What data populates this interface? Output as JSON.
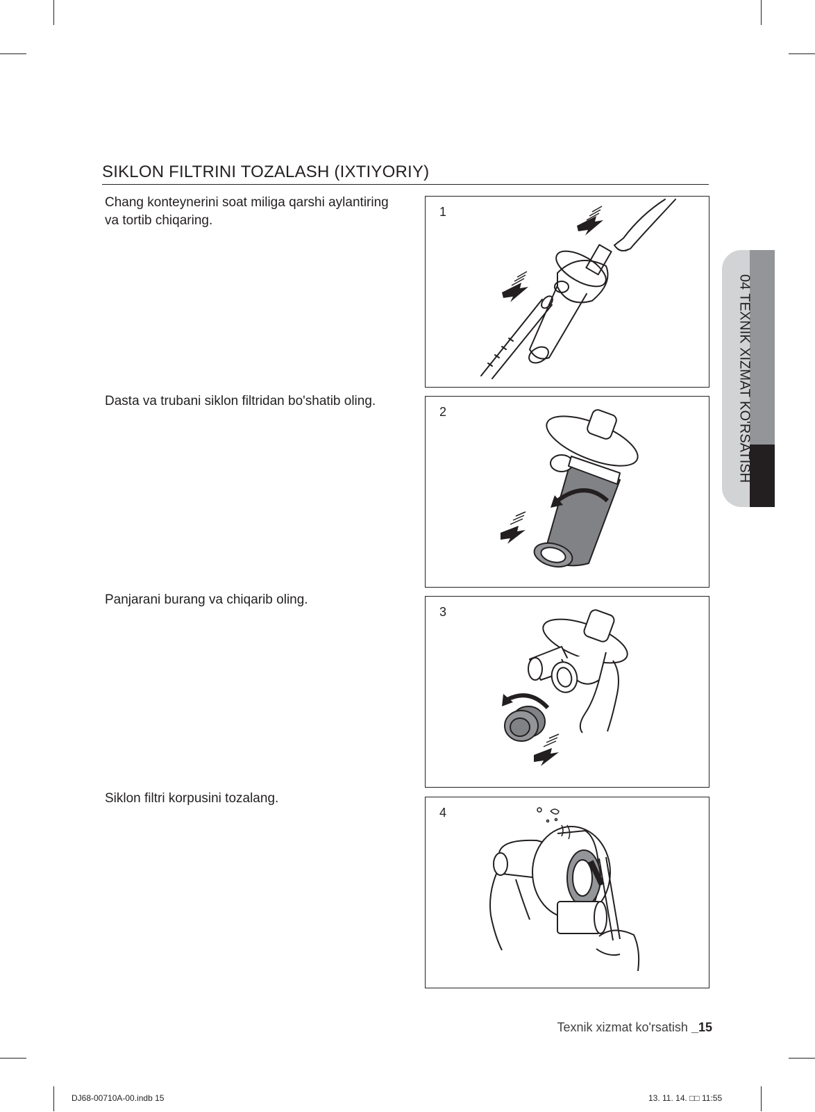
{
  "page": {
    "title": "SIKLON FILTRINI TOZALASH (IXTIYORIY)",
    "side_tab": "04  TEXNIK XIZMAT KO'RSATISH",
    "footer_section": "Texnik xizmat ko'rsatish ",
    "footer_page": "_15",
    "slug_file": "DJ68-00710A-00.indb   15",
    "slug_date": "13. 11. 14.   □□ 11:55"
  },
  "steps": [
    {
      "number": "1",
      "text": "Chang konteynerini soat miliga qarshi aylantiring va tortib chiqaring."
    },
    {
      "number": "2",
      "text": "Dasta va trubani siklon filtridan bo'shatib oling."
    },
    {
      "number": "3",
      "text": "Panjarani burang va chiqarib oling."
    },
    {
      "number": "4",
      "text": "Siklon filtri korpusini tozalang."
    }
  ],
  "colors": {
    "ink": "#231f20",
    "mid_gray": "#939598",
    "light_gray": "#d1d3d4",
    "part_gray": "#808285"
  }
}
